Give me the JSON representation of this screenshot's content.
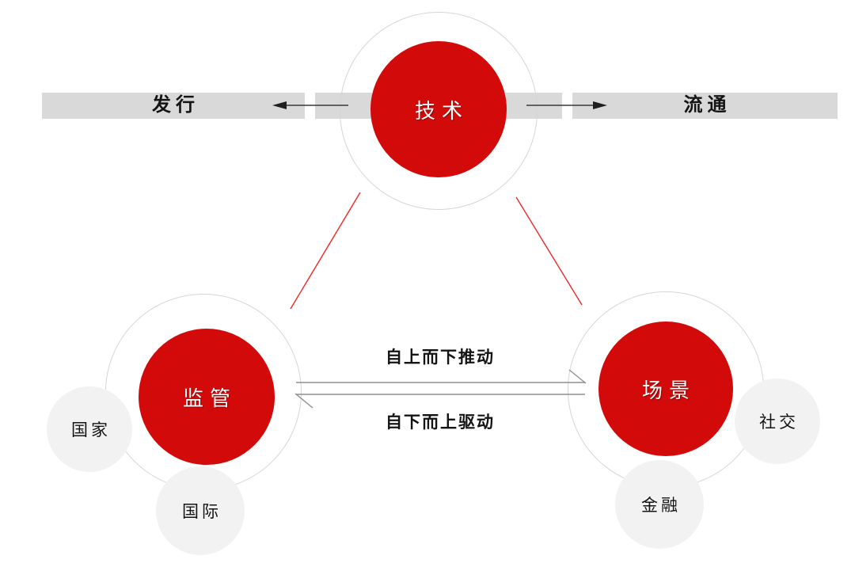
{
  "diagram": {
    "top_bar": {
      "left_label": "发行",
      "right_label": "流通"
    },
    "nodes": {
      "technology": {
        "label": "技术"
      },
      "regulation": {
        "label": "监管"
      },
      "scenario": {
        "label": "场景"
      }
    },
    "satellites": {
      "regulation": [
        {
          "label": "国家"
        },
        {
          "label": "国际"
        }
      ],
      "scenario": [
        {
          "label": "社交"
        },
        {
          "label": "金融"
        }
      ]
    },
    "flow_labels": {
      "top_down": "自上而下推动",
      "bottom_up": "自下而上驱动"
    },
    "colors": {
      "node_red": "#d20a0a",
      "bar_gray": "#d9d9d9",
      "satellite_gray": "#f2f2f2",
      "ring_stroke": "#d6d6d6",
      "connector_red": "#ee2727",
      "flow_line_gray": "#8f8f8f",
      "arrow_dark": "#303030"
    }
  }
}
